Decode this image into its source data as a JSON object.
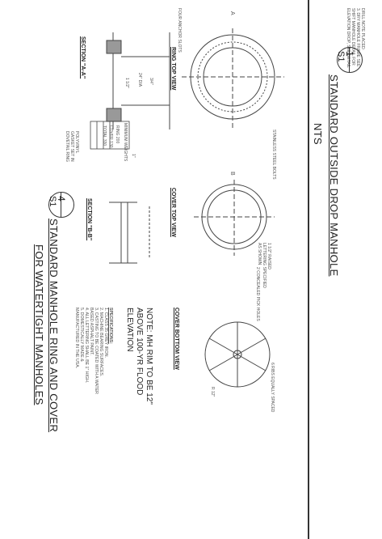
{
  "top_left_notes": [
    "DRILL NOTE PLACED:",
    "3. DRY MANHOLE FRAME SEE",
    "SHIFT MANHOLE DETAIL FOR",
    "ELEVATION DROP, SEE DETAIL"
  ],
  "right_panel": {
    "detail_number": "1",
    "sheet_ref": "S1",
    "title": "STANDARD OUTSIDE DROP MANHOLE",
    "scale": "NTS"
  },
  "left_panel": {
    "detail_number": "4",
    "sheet_ref": "S1",
    "title_line1": "STANDARD MANHOLE RING AND COVER",
    "title_line2": "FOR WATERTIGHT MANHOLES",
    "views": {
      "ring_top": "RING TOP VIEW",
      "cover_top": "COVER TOP VIEW",
      "cover_bottom": "COVER BOTTOM VIEW",
      "section_aa": "SECTION \"A-A\"",
      "section_bb": "SECTION \"B-B\""
    },
    "note": "NOTE: MH RIM TO BE 12\" ABOVE 100-YR FLOOD ELEVATION",
    "specs_heading": "SPECIFICATIONS:",
    "specs": [
      "1. CLASS 35 GREY IRON.",
      "2. MACHINE BEARING SURFACES.",
      "3. CASTING TO BE COATED WITH A WATER BASED ASPHALT PAINT.",
      "4. ALL LETTERING SHALL BE 1\" HIGH.",
      "5. DOMESTICALLY MADE & MANUFACTURED IN THE USA."
    ],
    "callouts": {
      "ring_cover_callout": "FOUR ANCHOR SLOTS",
      "gasket": "POLYVINYL GASKET SET IN DOVETAIL RING",
      "bolt_note": "STAINLESS STEEL BOLTS",
      "lettering": "1 1/2\" RAISED LETTERING SPECIFIED AS SHOWN",
      "pick_holes": "2 CONCEALED PICK HOLES",
      "ribs": "6 RIBS EQUALLY SPACED",
      "sec_a": "A",
      "sec_b": "B",
      "dim_1": "1\"",
      "dim_2": "3/4\"",
      "dim_3": "1 1/2\"",
      "dim_4": "24\" DIA",
      "dim_5": "R 12\"",
      "table_header": "MINIMUM WEIGHTS",
      "table_rows": [
        "RING 200",
        "COVER 130",
        "TOTAL 330"
      ]
    }
  }
}
